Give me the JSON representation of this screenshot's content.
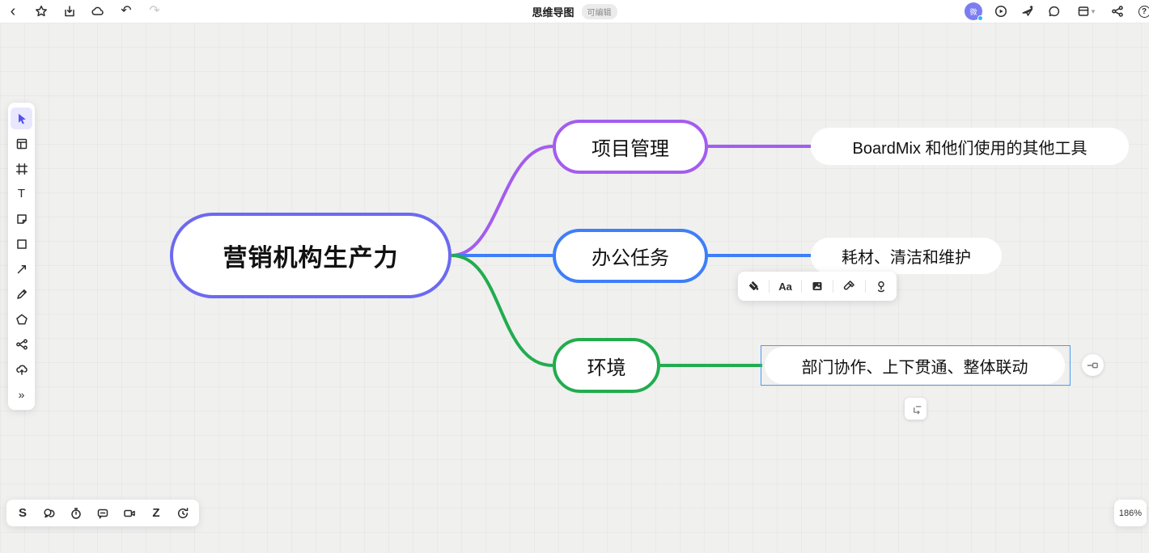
{
  "topbar": {
    "title": "思维导图",
    "badge": "可编辑",
    "glyphs": {
      "back": "‹",
      "undo": "↶",
      "redo": "↷",
      "caret": "▾",
      "help": "?",
      "avatar": "微"
    }
  },
  "tools": {
    "text": "T",
    "more": "»",
    "z": "Z",
    "s": "S",
    "text_style": "Aa"
  },
  "zoom_badge": "186%",
  "colors": {
    "root_border": "#6c6af0",
    "branch_purple": "#a45cf0",
    "branch_blue": "#3e7ef8",
    "branch_green": "#22ac4e",
    "selection": "#4a9bf5",
    "active_tool_bg": "#e9e7fd"
  },
  "mindmap": {
    "root": {
      "label": "营销机构生产力"
    },
    "branches": [
      {
        "label": "项目管理",
        "color": "#a45cf0",
        "leaf": {
          "label": "BoardMix 和他们使用的其他工具"
        }
      },
      {
        "label": "办公任务",
        "color": "#3e7ef8",
        "leaf": {
          "label": "耗材、清洁和维护"
        }
      },
      {
        "label": "环境",
        "color": "#22ac4e",
        "leaf": {
          "label": "部门协作、上下贯通、整体联动",
          "selected": true
        }
      }
    ]
  }
}
